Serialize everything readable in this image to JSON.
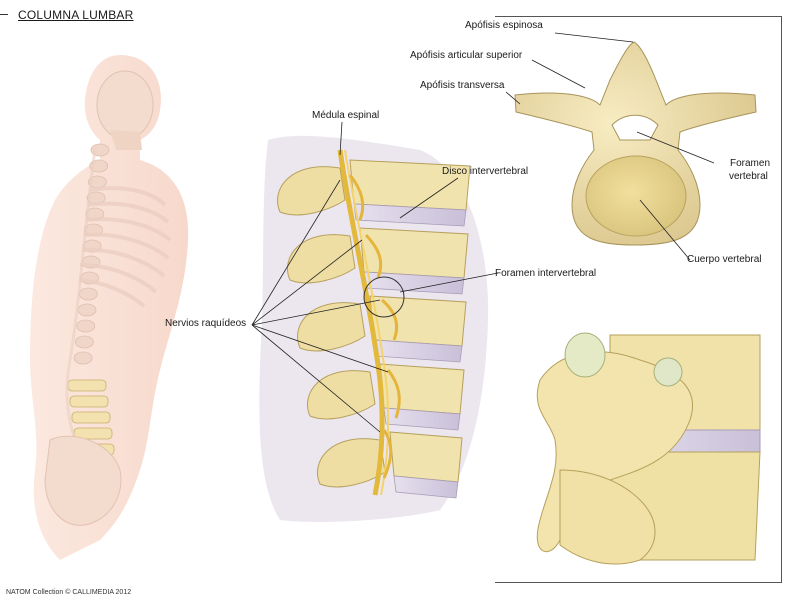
{
  "title": "COLUMNA LUMBAR",
  "labels": {
    "medula": "Médula espinal",
    "disco": "Disco intervertebral",
    "foramen_inter": "Foramen intervertebral",
    "nervios": "Nervios raquídeos",
    "espinosa": "Apófisis espinosa",
    "articular": "Apófisis articular superior",
    "transversa": "Apófisis transversa",
    "foramen_vert_1": "Foramen",
    "foramen_vert_2": "vertebral",
    "cuerpo": "Cuerpo vertebral"
  },
  "credit": "NATOM Collection © CALLIMEDIA 2012"
}
